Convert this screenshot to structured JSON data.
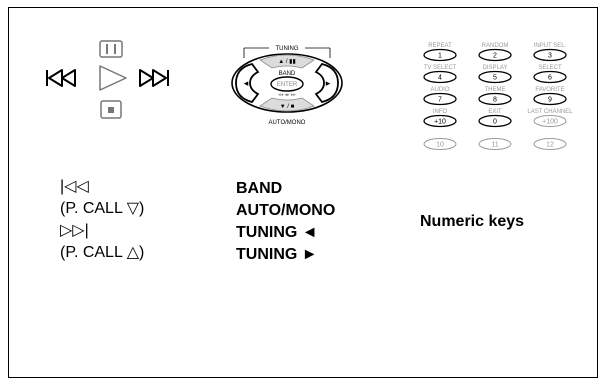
{
  "panels": {
    "transport": {
      "legend": {
        "skip_back_line": "|◁◁",
        "pcall_down": "(P. CALL ▽)",
        "skip_fwd_line": "▷▷|",
        "pcall_up": "(P. CALL △)"
      }
    },
    "tuning": {
      "diagram": {
        "top_label": "TUNING",
        "band_label": "BAND",
        "enter_label": "ENTER",
        "bottom_label": "AUTO/MONO"
      },
      "legend": [
        "BAND",
        "AUTO/MONO",
        "TUNING ◄",
        "TUNING ►"
      ]
    },
    "numeric": {
      "diagram": {
        "rows": [
          {
            "labels": [
              "REPEAT",
              "RANDOM",
              "INPUT SEL."
            ],
            "keys": [
              "1",
              "2",
              "3"
            ]
          },
          {
            "labels": [
              "TV SELECT",
              "DISPLAY",
              "SELECT"
            ],
            "keys": [
              "4",
              "5",
              "6"
            ]
          },
          {
            "labels": [
              "AUDIO",
              "THEME",
              "FAVORITE"
            ],
            "keys": [
              "7",
              "8",
              "9"
            ]
          },
          {
            "labels": [
              "INFO",
              "EXIT",
              "LAST CHANNEL"
            ],
            "keys": [
              "+10",
              "0",
              "+100"
            ]
          },
          {
            "labels": [
              "",
              "",
              ""
            ],
            "keys": [
              "10",
              "11",
              "12"
            ]
          }
        ]
      },
      "legend": "Numeric keys"
    }
  }
}
